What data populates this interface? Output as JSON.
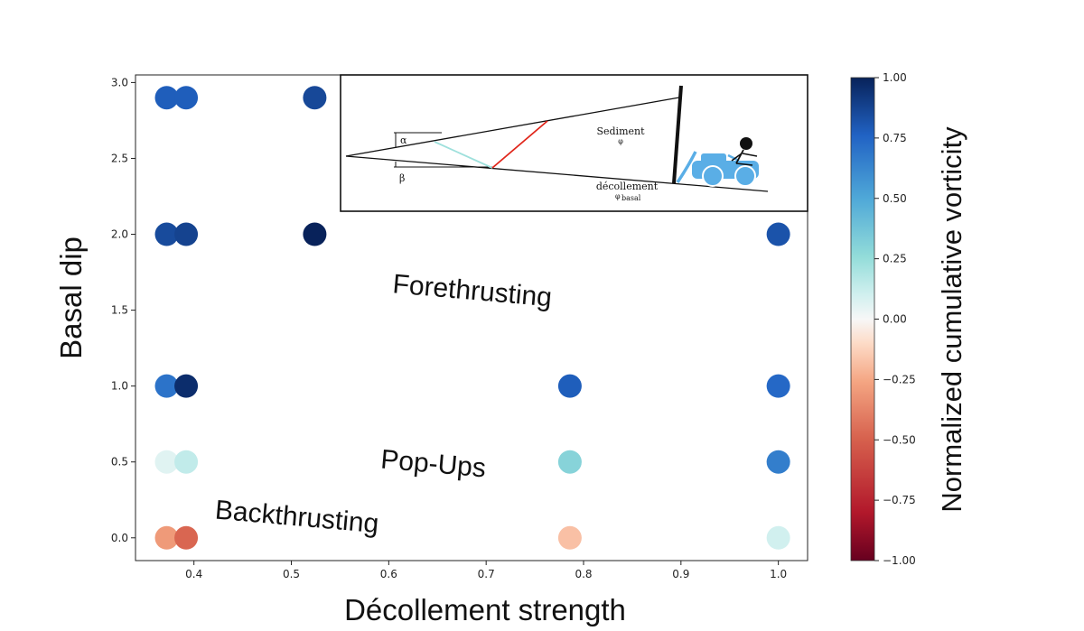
{
  "chart_data": {
    "type": "scatter",
    "title": "",
    "xlabel": "Décollement strength",
    "ylabel": "Basal dip",
    "xlim": [
      0.34,
      1.03
    ],
    "ylim": [
      -0.15,
      3.05
    ],
    "x_ticks": [
      0.4,
      0.5,
      0.6,
      0.7,
      0.8,
      0.9,
      1.0
    ],
    "y_ticks": [
      0.0,
      0.5,
      1.0,
      1.5,
      2.0,
      2.5,
      3.0
    ],
    "grid": false,
    "colormap": "RdBu",
    "colorbar": {
      "label": "Normalized cumulative vorticity",
      "range": [
        -1.0,
        1.0
      ],
      "ticks": [
        1.0,
        0.75,
        0.5,
        0.25,
        0.0,
        -0.25,
        -0.5,
        -0.75,
        -1.0
      ],
      "tick_labels": [
        "1.00",
        "0.75",
        "0.50",
        "0.25",
        "0.00",
        "−0.25",
        "−0.50",
        "−0.75",
        "−1.00"
      ]
    },
    "points": [
      {
        "x": 0.372,
        "y": 2.9,
        "c": 0.78
      },
      {
        "x": 0.392,
        "y": 2.9,
        "c": 0.78
      },
      {
        "x": 0.524,
        "y": 2.9,
        "c": 0.86
      },
      {
        "x": 0.372,
        "y": 2.0,
        "c": 0.85
      },
      {
        "x": 0.392,
        "y": 2.0,
        "c": 0.88
      },
      {
        "x": 0.524,
        "y": 2.0,
        "c": 1.0
      },
      {
        "x": 1.0,
        "y": 2.0,
        "c": 0.82
      },
      {
        "x": 0.372,
        "y": 1.0,
        "c": 0.7
      },
      {
        "x": 0.392,
        "y": 1.0,
        "c": 0.96
      },
      {
        "x": 0.786,
        "y": 1.0,
        "c": 0.78
      },
      {
        "x": 1.0,
        "y": 1.0,
        "c": 0.74
      },
      {
        "x": 0.372,
        "y": 0.5,
        "c": 0.06
      },
      {
        "x": 0.392,
        "y": 0.5,
        "c": 0.14
      },
      {
        "x": 0.786,
        "y": 0.5,
        "c": 0.3
      },
      {
        "x": 1.0,
        "y": 0.5,
        "c": 0.66
      },
      {
        "x": 0.372,
        "y": 0.0,
        "c": -0.3
      },
      {
        "x": 0.392,
        "y": 0.0,
        "c": -0.48
      },
      {
        "x": 0.786,
        "y": 0.0,
        "c": -0.18
      },
      {
        "x": 1.0,
        "y": 0.0,
        "c": 0.1
      }
    ],
    "annotations": [
      {
        "text": "Forethrusting",
        "x": 0.685,
        "y": 1.57,
        "rotation": 5
      },
      {
        "text": "Pop-Ups",
        "x": 0.645,
        "y": 0.43,
        "rotation": 5
      },
      {
        "text": "Backthrusting",
        "x": 0.505,
        "y": 0.08,
        "rotation": 5
      }
    ],
    "inset": {
      "labels": {
        "alpha": "α",
        "beta": "β",
        "sediment": "Sediment",
        "sediment_sub": "φ",
        "decollement": "décollement",
        "decollement_sub": "φ",
        "decollement_sub2": "basal"
      },
      "colors": {
        "inner_line": "#9ee0dc",
        "thrust_line": "#e0251a",
        "bulldozer": "#5aaee6"
      }
    }
  }
}
